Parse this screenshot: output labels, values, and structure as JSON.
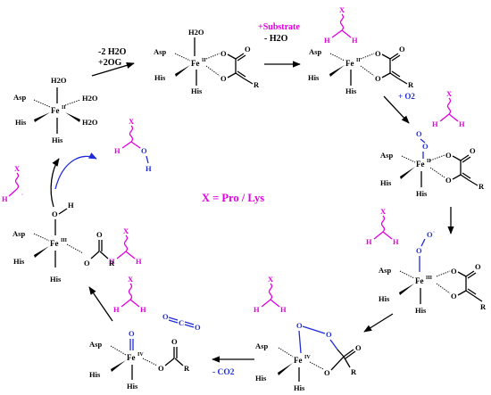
{
  "labels": {
    "asp": "Asp",
    "his": "His",
    "h2o": "H2O",
    "o": "O",
    "r": "R",
    "h": "H",
    "x": "X",
    "c": "C"
  },
  "iron": {
    "fe2": "Fe",
    "fe3": "Fe",
    "fe4": "Fe",
    "ox2": "II",
    "ox3": "III",
    "ox4": "IV"
  },
  "steps": {
    "water_loss": "-2 H2O",
    "og_add": "+2OG",
    "substrate_add": "+Substrate",
    "water_out": "- H2O",
    "o2_add": "+ O2",
    "co2_loss": "- CO2"
  },
  "center_label": "X = Pro / Lys",
  "colors": {
    "magenta": "#e000e0",
    "blue": "#1f2bd8",
    "black": "#000000"
  }
}
